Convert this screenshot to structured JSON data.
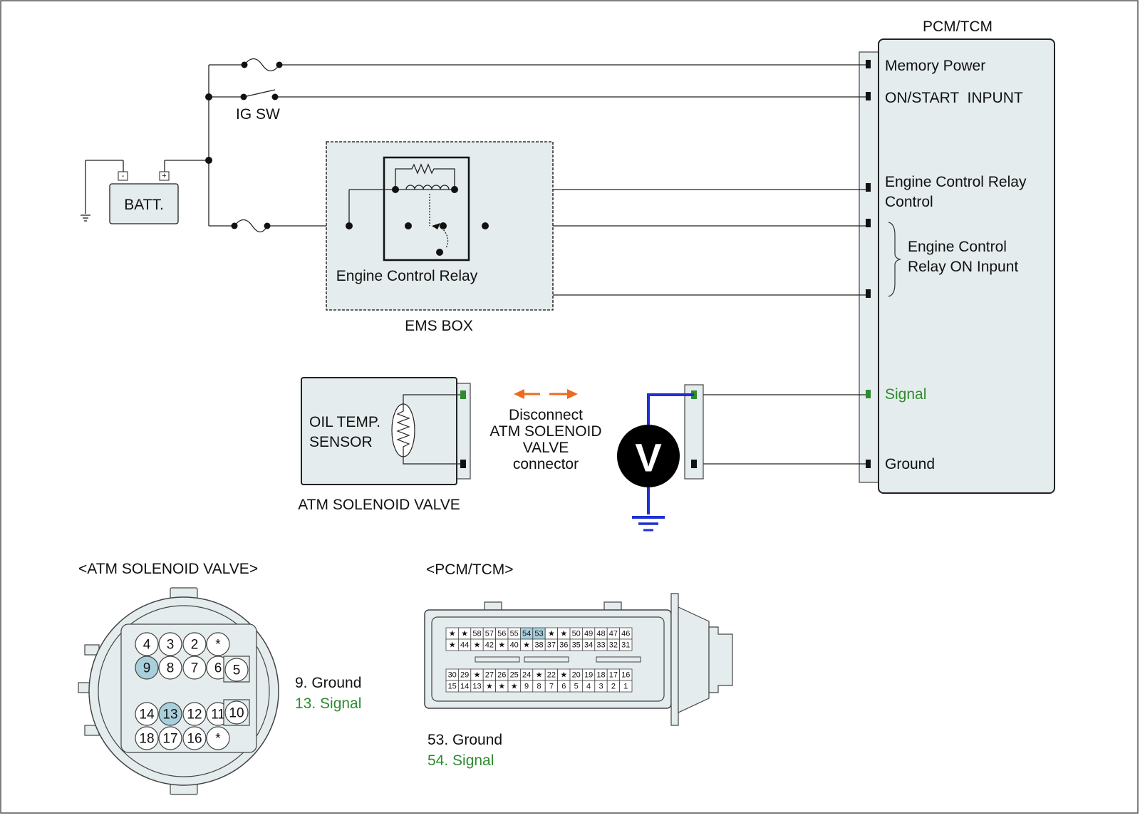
{
  "colors": {
    "panel_fill": "#e4eced",
    "signal_green": "#2e8b2e",
    "probe_blue": "#1d2fd6",
    "arrow_orange": "#ee6a1f",
    "pin_highlight": "#a9cfdc"
  },
  "pcm": {
    "title": "PCM/TCM",
    "memory_power": "Memory Power",
    "on_start": "ON/START  INPUNT",
    "ecr_control_line1": "Engine Control Relay",
    "ecr_control_line2": "Control",
    "ecr_on_line1": "Engine Control",
    "ecr_on_line2": "Relay ON Inpunt",
    "signal": "Signal",
    "ground": "Ground"
  },
  "battery": {
    "label": "BATT.",
    "neg": "-",
    "pos": "+"
  },
  "ig_switch": "IG SW",
  "ems": {
    "relay_label": "Engine Control Relay",
    "box_label": "EMS BOX"
  },
  "sensor": {
    "line1": "OIL TEMP.",
    "line2": "SENSOR",
    "caption": "ATM SOLENOID VALVE"
  },
  "disconnect": {
    "line1": "Disconnect",
    "line2": "ATM SOLENOID",
    "line3": "VALVE",
    "line4": "connector"
  },
  "voltmeter": "V",
  "atm_connector": {
    "title": "<ATM SOLENOID VALVE>",
    "row1": [
      "4",
      "3",
      "2",
      "*"
    ],
    "row2": [
      "9",
      "8",
      "7",
      "6"
    ],
    "pin5": "5",
    "row3": [
      "14",
      "13",
      "12",
      "11"
    ],
    "pin10": "10",
    "row4": [
      "18",
      "17",
      "16",
      "*"
    ],
    "highlighted": [
      "9",
      "13"
    ],
    "legend_ground": "9. Ground",
    "legend_signal": "13. Signal"
  },
  "pcm_connector": {
    "title": "<PCM/TCM>",
    "top_row1": [
      "★",
      "★",
      "58",
      "57",
      "56",
      "55",
      "54",
      "53",
      "★",
      "★",
      "50",
      "49",
      "48",
      "47",
      "46"
    ],
    "top_row2": [
      "★",
      "44",
      "★",
      "42",
      "★",
      "40",
      "★",
      "38",
      "37",
      "36",
      "35",
      "34",
      "33",
      "32",
      "31"
    ],
    "bot_row1": [
      "30",
      "29",
      "★",
      "27",
      "26",
      "25",
      "24",
      "★",
      "22",
      "★",
      "20",
      "19",
      "18",
      "17",
      "16"
    ],
    "bot_row2": [
      "15",
      "14",
      "13",
      "★",
      "★",
      "★",
      "9",
      "8",
      "7",
      "6",
      "5",
      "4",
      "3",
      "2",
      "1"
    ],
    "highlighted": [
      "54",
      "53"
    ],
    "legend_ground": "53. Ground",
    "legend_signal": "54. Signal"
  }
}
